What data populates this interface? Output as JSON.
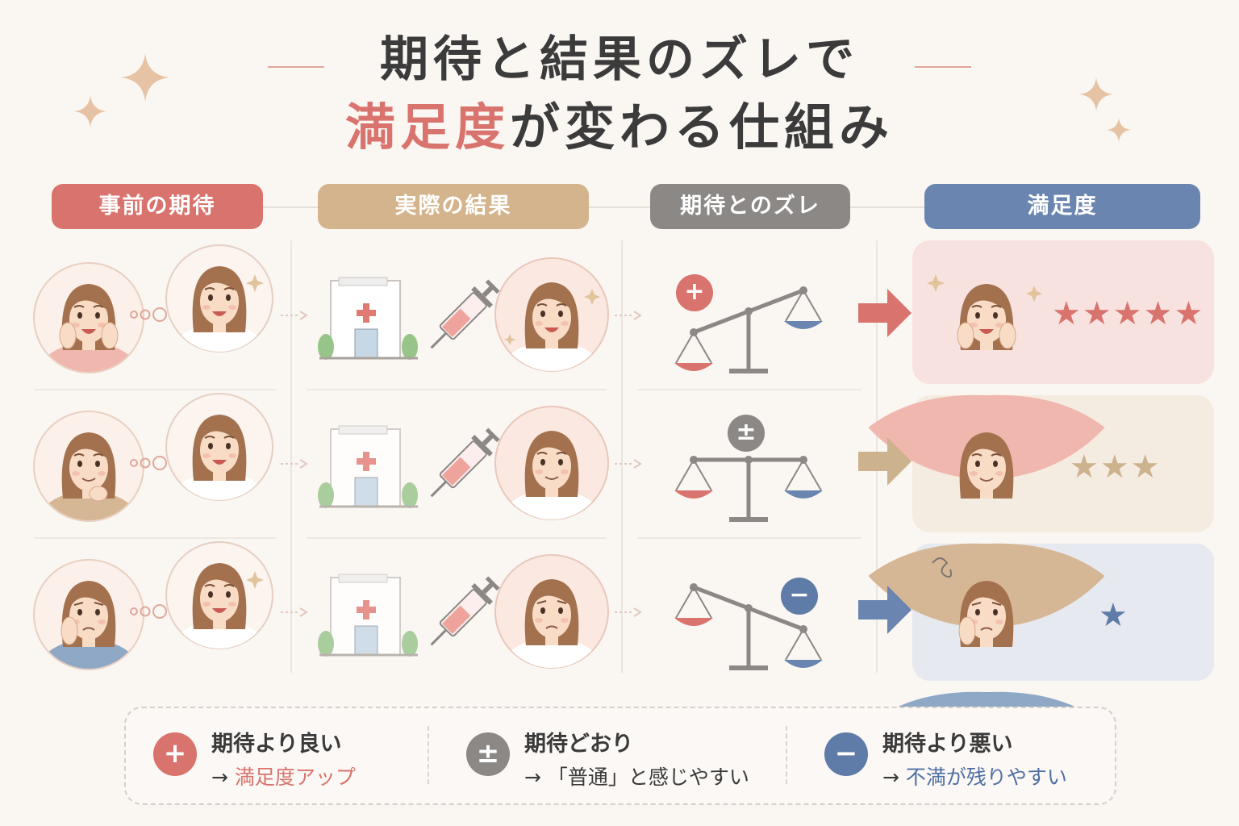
{
  "title": {
    "line1": "期待と結果のズレで",
    "line2_accent": "満足度",
    "line2_rest": "が変わる仕組み"
  },
  "columns": [
    {
      "label": "事前の期待",
      "color": "#d9736d"
    },
    {
      "label": "実際の結果",
      "color": "#d4b48c"
    },
    {
      "label": "期待とのズレ",
      "color": "#8c8886"
    },
    {
      "label": "満足度",
      "color": "#6a86b0"
    }
  ],
  "rows": [
    {
      "gap_symbol": "+",
      "gap_color": "#d9736d",
      "stars": "★★★★★",
      "star_count": 5,
      "star_color": "#d9736d",
      "panel_bg": "#f7e2df",
      "arrow_color": "#d9736d"
    },
    {
      "gap_symbol": "±",
      "gap_color": "#8c8886",
      "stars": "★★★",
      "star_count": 3,
      "star_color": "#cdb28e",
      "panel_bg": "#f4ebe1",
      "arrow_color": "#cdb28e"
    },
    {
      "gap_symbol": "−",
      "gap_color": "#5f7ba8",
      "stars": "★",
      "star_count": 1,
      "star_color": "#5f7ba8",
      "panel_bg": "#e6e9f0",
      "arrow_color": "#6a86b0"
    }
  ],
  "legend": [
    {
      "symbol": "+",
      "color": "#d9736d",
      "line1": "期待より良い",
      "arrow": "→ ",
      "line2": "満足度アップ",
      "line2_color": "#d9736d"
    },
    {
      "symbol": "±",
      "color": "#8c8886",
      "line1": "期待どおり",
      "arrow": "→ ",
      "line2": "「普通」と感じやすい",
      "line2_color": "#3a3a3a"
    },
    {
      "symbol": "−",
      "color": "#5f7ba8",
      "line1": "期待より悪い",
      "arrow": "→ ",
      "line2": "不満が残りやすい",
      "line2_color": "#4f6fa3"
    }
  ]
}
